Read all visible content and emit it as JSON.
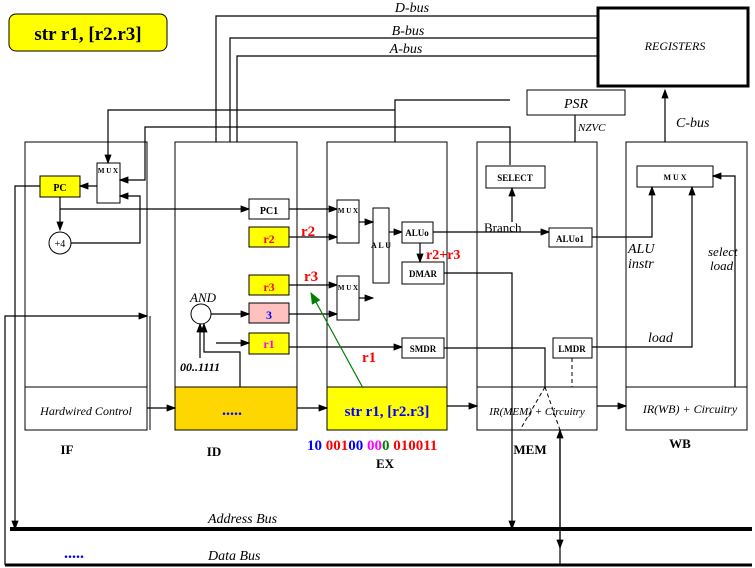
{
  "title": "str r1, [r2.r3]",
  "buses": {
    "d_bus": "D-bus",
    "b_bus": "B-bus",
    "a_bus": "A-bus",
    "c_bus": "C-bus",
    "address_bus": "Address Bus",
    "data_bus": "Data Bus",
    "data_bus_dots": "....."
  },
  "registers": "REGISTERS",
  "psr": {
    "label": "PSR",
    "flags": "NZVC"
  },
  "stages": {
    "if": {
      "label": "IF",
      "control": "Hardwired Control"
    },
    "id": {
      "label": "ID",
      "content": "....."
    },
    "ex": {
      "label": "EX",
      "content": "str r1, [r2.r3]"
    },
    "mem": {
      "label": "MEM",
      "content": "IR(MEM) + Circuitry"
    },
    "wb": {
      "label": "WB",
      "content": "IR(WB) + Circuitry"
    }
  },
  "if_blocks": {
    "pc": "PC",
    "mux": "M U X",
    "plus4": "+4"
  },
  "id_blocks": {
    "pc1": "PC1",
    "r2": "r2",
    "r3": "r3",
    "imm": "3",
    "r1": "r1",
    "and": "AND",
    "mask": "00..1111"
  },
  "ex_blocks": {
    "mux": "M U X",
    "alu": "A L U",
    "aluo": "ALUo",
    "dmar": "DMAR",
    "smdr": "SMDR"
  },
  "mem_blocks": {
    "select": "SELECT",
    "branch": "Branch",
    "aluo1": "ALUo1",
    "lmdr": "LMDR"
  },
  "wb_blocks": {
    "mux": "M U X",
    "alu_instr_1": "ALU",
    "alu_instr_2": "instr",
    "select_load_1": "select",
    "select_load_2": "load",
    "load": "load"
  },
  "annotations": {
    "r2": "r2",
    "r3": "r3",
    "r1": "r1",
    "sum": "r2+r3"
  },
  "encoding": [
    {
      "bits": "10",
      "color": "#0000ff"
    },
    {
      "bits": "001",
      "color": "#ff0000"
    },
    {
      "bits": "00",
      "color": "#0000ff"
    },
    {
      "bits": "00",
      "color": "#ff00ff"
    },
    {
      "bits": "0",
      "color": "#008000"
    },
    {
      "bits": "010",
      "color": "#ff0000"
    },
    {
      "bits": "011",
      "color": "#ff0000"
    }
  ],
  "colors": {
    "yellow": "#ffff00",
    "gold": "#ffd700",
    "pink": "#ffc0c0",
    "red": "#ff0000",
    "blue": "#0000ff",
    "magenta": "#ff00ff",
    "green": "#008000"
  }
}
